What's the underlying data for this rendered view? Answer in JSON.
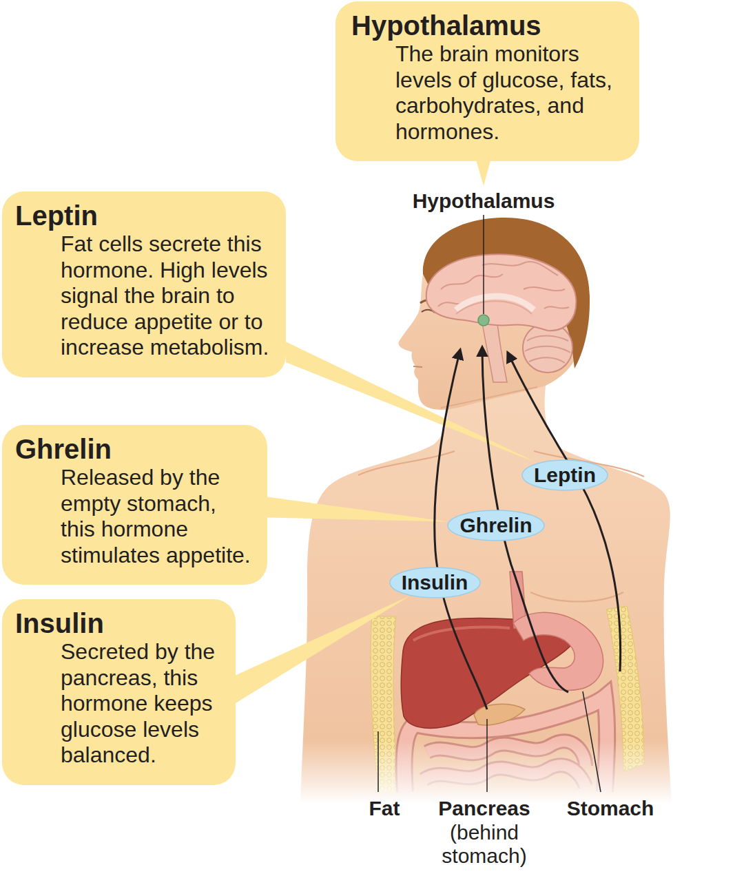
{
  "diagram": {
    "nodes": [
      {
        "text": [
          "Hypothalamus",
          "The brain monitors levels of glucose, fats, carbohydrates, and hormones."
        ]
      },
      {
        "text": [
          "Leptin",
          "Fat cells secrete this hormone. High levels signal the brain to reduce appetite or to increase metabolism."
        ]
      },
      {
        "text": [
          "Ghrelin",
          "Released by the empty stomach, this hormone stimulates appetite."
        ]
      },
      {
        "text": [
          "Insulin",
          "Secreted by the pancreas, this hormone keeps glucose levels balanced."
        ]
      },
      {
        "text": [
          "Leptin"
        ]
      },
      {
        "text": [
          "Ghrelin"
        ]
      },
      {
        "text": [
          "Insulin"
        ]
      }
    ],
    "edges": [
      {
        "from": 1,
        "to": 4,
        "arrow": "none"
      },
      {
        "from": 2,
        "to": 5,
        "arrow": "none"
      },
      {
        "from": 3,
        "to": 6,
        "arrow": "none"
      }
    ],
    "labels": [
      "Hypothalamus",
      "Fat",
      "Pancreas",
      "(behind stomach)",
      "Stomach"
    ]
  }
}
